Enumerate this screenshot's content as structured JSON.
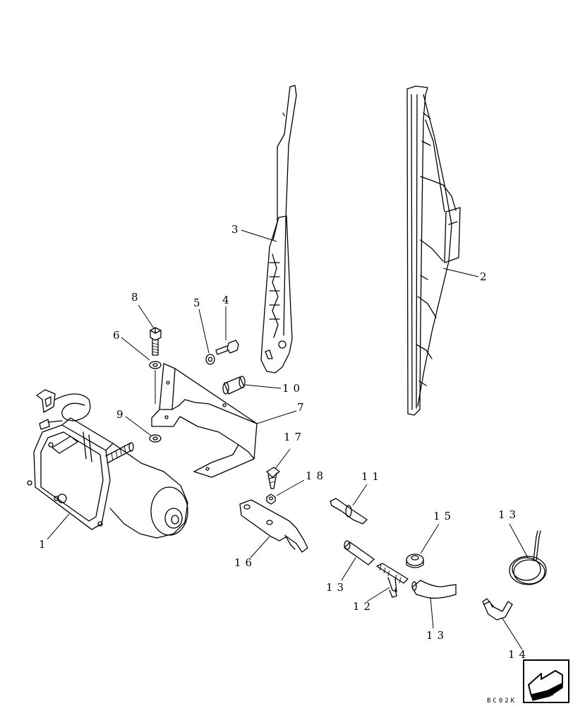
{
  "diagram": {
    "callouts": {
      "c1": "1",
      "c2": "2",
      "c3": "3",
      "c4": "4",
      "c5": "5",
      "c6": "6",
      "c7": "7",
      "c8": "8",
      "c9": "9",
      "c10": "10",
      "c11": "11",
      "c12": "12",
      "c13a": "13",
      "c13b": "13",
      "c13c": "13",
      "c14": "14",
      "c15": "15",
      "c16": "16",
      "c17": "17",
      "c18": "18"
    },
    "figure_code": "BC02K"
  }
}
